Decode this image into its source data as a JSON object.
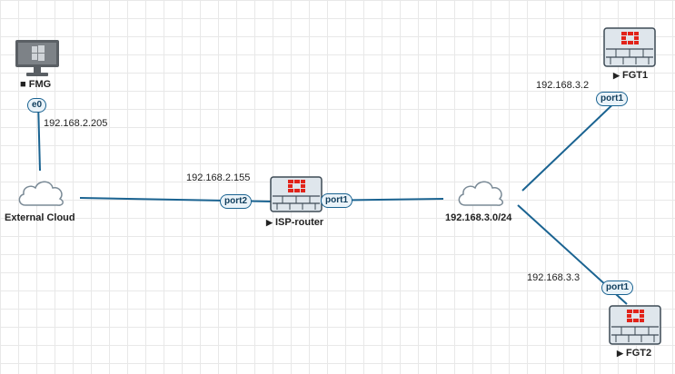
{
  "colors": {
    "link": "#1a6391",
    "firewall_red": "#e2231a",
    "firewall_body": "#dfe6ec",
    "cloud_stroke": "#7a8a96"
  },
  "nodes": {
    "fmg": {
      "name": "FMG",
      "marker": "■",
      "icon": "monitor-windows-icon"
    },
    "ext_cloud": {
      "name": "External Cloud",
      "icon": "cloud-icon"
    },
    "isp": {
      "name": "ISP-router",
      "marker": "▶",
      "icon": "fortigate-icon"
    },
    "net": {
      "name": "192.168.3.0/24",
      "icon": "cloud-icon"
    },
    "fgt1": {
      "name": "FGT1",
      "marker": "▶",
      "icon": "fortigate-icon"
    },
    "fgt2": {
      "name": "FGT2",
      "marker": "▶",
      "icon": "fortigate-icon"
    }
  },
  "ports": {
    "fmg_e0": "e0",
    "isp_port2": "port2",
    "isp_port1": "port1",
    "fgt1_port1": "port1",
    "fgt2_port1": "port1"
  },
  "ips": {
    "fmg": "192.168.2.205",
    "isp": "192.168.2.155",
    "fgt1": "192.168.3.2",
    "fgt2": "192.168.3.3"
  }
}
